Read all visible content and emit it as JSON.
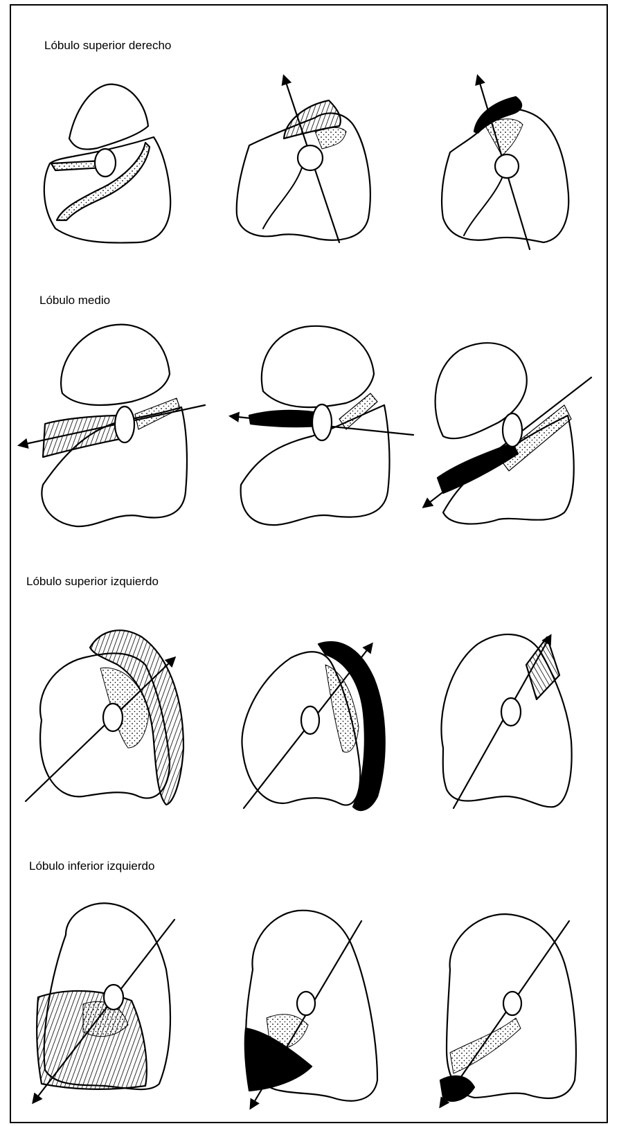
{
  "sections": [
    {
      "title": "Lóbulo superior derecho"
    },
    {
      "title": "Lóbulo medio"
    },
    {
      "title": "Lóbulo superior izquierdo"
    },
    {
      "title": "Lóbulo inferior izquierdo"
    }
  ],
  "colors": {
    "ink": "#000000",
    "paper": "#ffffff"
  }
}
